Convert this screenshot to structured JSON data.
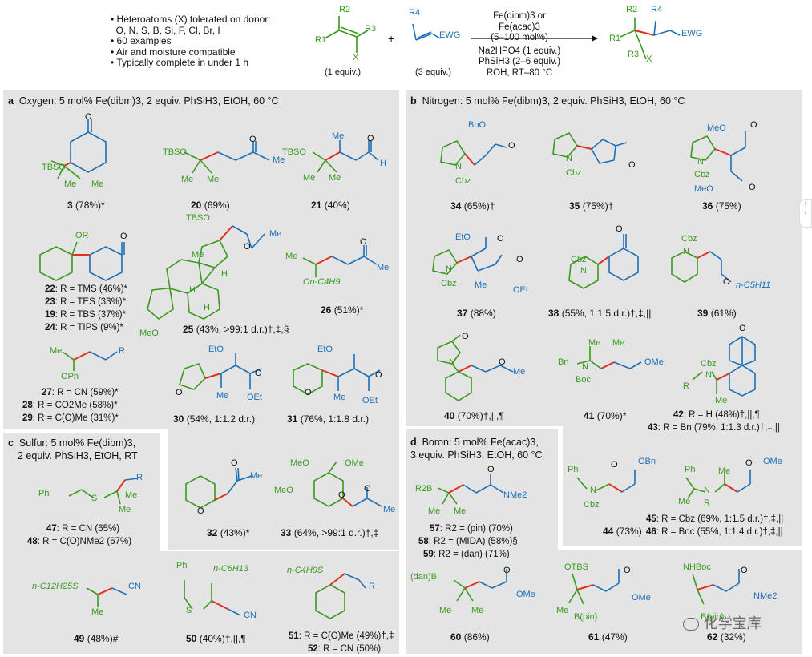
{
  "header": {
    "bullets": [
      "Heteroatoms (X) tolerated on donor:",
      "O, N, S, B, Si, F, Cl, Br, I",
      "60 examples",
      "Air and moisture compatible",
      "Typically complete in under 1 h"
    ],
    "donor_equiv": "(1 equiv.)",
    "acceptor_equiv": "(3 equiv.)",
    "plus": "+",
    "conditions": [
      "Fe(dibm)3 or Fe(acac)3",
      "(5–100 mol%)",
      "Na2HPO4 (1 equiv.)",
      "PhSiH3 (2–6 equiv.)",
      "ROH, RT–80 °C"
    ],
    "labels": {
      "r1": "R1",
      "r2": "R2",
      "r3": "R3",
      "r4": "R4",
      "x": "X",
      "ewg": "EWG"
    }
  },
  "panels": {
    "a": {
      "letter": "a",
      "title": "Oxygen: 5 mol% Fe(dibm)3, 2 equiv. PhSiH3, EtOH, 60 °C"
    },
    "b": {
      "letter": "b",
      "title": "Nitrogen: 5 mol% Fe(dibm)3, 2 equiv. PhSiH3, EtOH, 60 °C"
    },
    "c": {
      "letter": "c",
      "title": "Sulfur: 5 mol% Fe(dibm)3,",
      "title2": "2 equiv. PhSiH3, EtOH, RT"
    },
    "d": {
      "letter": "d",
      "title": "Boron: 5 mol% Fe(acac)3,",
      "title2": "3 equiv. PhSiH3, EtOH, 60 °C"
    }
  },
  "compounds": {
    "c3": "3 (78%)*",
    "c20": "20 (69%)",
    "c21": "21 (40%)",
    "c22": "22: R = TMS (46%)*",
    "c23": "23: R = TES (33%)*",
    "c19": "19: R = TBS (37%)*",
    "c24": "24: R = TIPS (9%)*",
    "c25": "25 (43%, >99:1 d.r.)†,‡,§",
    "c26": "26 (51%)*",
    "c27": "27: R = CN (59%)*",
    "c28": "28: R = CO2Me (58%)*",
    "c29": "29: R = C(O)Me (31%)*",
    "c30": "30 (54%, 1:1.2 d.r.)",
    "c31": "31 (76%, 1:1.8 d.r.)",
    "c32": "32 (43%)*",
    "c33": "33 (64%, >99:1 d.r.)†,‡",
    "c34": "34 (65%)†",
    "c35": "35 (75%)†",
    "c36": "36 (75%)",
    "c37": "37 (88%)",
    "c38": "38 (55%, 1:1.5 d.r.)†,‡,||",
    "c39": "39 (61%)",
    "c40": "40 (70%)†,||,¶",
    "c41": "41 (70%)*",
    "c42": "42: R = H (48%)†,||,¶",
    "c43": "43: R = Bn (79%, 1:1.3 d.r.)†,‡,||",
    "c44": "44 (73%)",
    "c45": "45: R = Cbz (69%, 1:1.5 d.r.)†,‡,||",
    "c46": "46: R = Boc (55%, 1:1.4 d.r.)†,‡,||",
    "c47": "47: R = CN (65%)",
    "c48": "48: R = C(O)NMe2 (67%)",
    "c49": "49 (48%)#",
    "c50": "50 (40%)†,||,¶",
    "c51": "51: R = C(O)Me (49%)†,‡",
    "c52": "52: R = CN (50%)",
    "c57": "57: R2 = (pin) (70%)",
    "c58": "58: R2 = (MIDA) (58%)§",
    "c59": "59: R2 = (dan) (71%)",
    "c60": "60 (86%)",
    "c61": "61 (47%)",
    "c62": "62 (32%)"
  },
  "structure_labels": {
    "tbso": "TBSO",
    "me": "Me",
    "o": "O",
    "h": "H",
    "or": "OR",
    "meo": "MeO",
    "r": "R",
    "on_c4h9": "On-C4H9",
    "oph": "OPh",
    "eto": "EtO",
    "oet": "OEt",
    "ome": "OMe",
    "bno": "BnO",
    "n": "N",
    "cbz": "Cbz",
    "boc": "Boc",
    "bn": "Bn",
    "n_c5h11": "n-C5H11",
    "ph": "Ph",
    "s": "S",
    "cn": "CN",
    "n_c12h25s": "n-C12H25S",
    "n_c6h13": "n-C6H13",
    "n_c4h9s": "n-C4H9S",
    "r2b": "R2B",
    "nme2": "NMe2",
    "dan_b": "(dan)B",
    "otbs": "OTBS",
    "bpin": "B(pin)",
    "nhboc": "NHBoc"
  },
  "colors": {
    "panel": "#e4e4e5",
    "green": "#3a9a1e",
    "blue": "#1f6fb5",
    "red": "#e0301e"
  },
  "watermark": "化学宝库",
  "side_widget": {
    "up": "↑",
    "down": "↓"
  }
}
